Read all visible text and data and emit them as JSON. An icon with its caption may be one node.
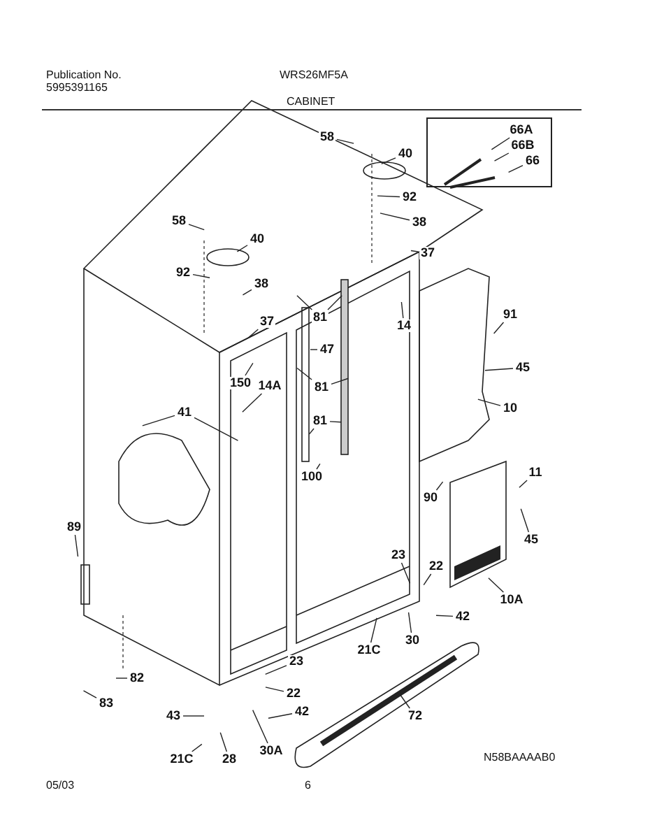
{
  "diagram": {
    "title": "CABINET",
    "nodes": [
      {
        "text": [],
        "shape": "box"
      },
      {
        "text": [
          "66A"
        ],
        "in": 0
      },
      {
        "text": [
          "66B"
        ],
        "in": 0
      },
      {
        "text": [
          "66"
        ],
        "in": 0
      },
      {
        "text": [
          "58"
        ]
      },
      {
        "text": [
          "40"
        ]
      },
      {
        "text": [
          "92"
        ]
      },
      {
        "text": [
          "38"
        ]
      },
      {
        "text": [
          "58"
        ]
      },
      {
        "text": [
          "40"
        ]
      },
      {
        "text": [
          "37"
        ]
      },
      {
        "text": [
          "92"
        ]
      },
      {
        "text": [
          "38"
        ]
      },
      {
        "text": [
          "81"
        ]
      },
      {
        "text": [
          "37"
        ]
      },
      {
        "text": [
          "14"
        ]
      },
      {
        "text": [
          "91"
        ]
      },
      {
        "text": [
          "47"
        ]
      },
      {
        "text": [
          "45"
        ]
      },
      {
        "text": [
          "150"
        ]
      },
      {
        "text": [
          "14A"
        ]
      },
      {
        "text": [
          "81"
        ]
      },
      {
        "text": [
          "10"
        ]
      },
      {
        "text": [
          "41"
        ]
      },
      {
        "text": [
          "81"
        ]
      },
      {
        "text": [
          "11"
        ]
      },
      {
        "text": [
          "100"
        ]
      },
      {
        "text": [
          "90"
        ]
      },
      {
        "text": [
          "89"
        ]
      },
      {
        "text": [
          "45"
        ]
      },
      {
        "text": [
          "23"
        ]
      },
      {
        "text": [
          "22"
        ]
      },
      {
        "text": [
          "10A"
        ]
      },
      {
        "text": [
          "42"
        ]
      },
      {
        "text": [
          "30"
        ]
      },
      {
        "text": [
          "21C"
        ]
      },
      {
        "text": [
          "23"
        ]
      },
      {
        "text": [
          "82"
        ]
      },
      {
        "text": [
          "22"
        ]
      },
      {
        "text": [
          "83"
        ]
      },
      {
        "text": [
          "42"
        ]
      },
      {
        "text": [
          "72"
        ]
      },
      {
        "text": [
          "43"
        ]
      },
      {
        "text": [
          "30A"
        ]
      },
      {
        "text": [
          "21C"
        ]
      },
      {
        "text": [
          "28"
        ]
      }
    ],
    "edges": [
      {
        "from": 1,
        "to": null,
        "arrow": "none"
      },
      {
        "from": 2,
        "to": null,
        "arrow": "none"
      },
      {
        "from": 3,
        "to": null,
        "arrow": "none"
      },
      {
        "from": 4,
        "to": null,
        "arrow": "none"
      },
      {
        "from": 5,
        "to": null,
        "arrow": "none"
      },
      {
        "from": 6,
        "to": null,
        "arrow": "none"
      },
      {
        "from": 7,
        "to": null,
        "arrow": "none"
      },
      {
        "from": 8,
        "to": null,
        "arrow": "none"
      },
      {
        "from": 9,
        "to": null,
        "arrow": "none"
      },
      {
        "from": 10,
        "to": null,
        "arrow": "none"
      },
      {
        "from": 11,
        "to": null,
        "arrow": "none"
      },
      {
        "from": 12,
        "to": null,
        "arrow": "none"
      },
      {
        "from": 13,
        "to": null,
        "arrow": "none"
      },
      {
        "from": 13,
        "to": null,
        "arrow": "none"
      },
      {
        "from": 14,
        "to": null,
        "arrow": "none"
      },
      {
        "from": 15,
        "to": null,
        "arrow": "none"
      },
      {
        "from": 16,
        "to": null,
        "arrow": "none"
      },
      {
        "from": 17,
        "to": null,
        "arrow": "none"
      },
      {
        "from": 18,
        "to": null,
        "arrow": "none"
      },
      {
        "from": 19,
        "to": null,
        "arrow": "none"
      },
      {
        "from": 20,
        "to": null,
        "arrow": "none"
      },
      {
        "from": 21,
        "to": null,
        "arrow": "none"
      },
      {
        "from": 21,
        "to": null,
        "arrow": "none"
      },
      {
        "from": 22,
        "to": null,
        "arrow": "none"
      },
      {
        "from": 23,
        "to": null,
        "arrow": "none"
      },
      {
        "from": 23,
        "to": null,
        "arrow": "none"
      },
      {
        "from": 24,
        "to": null,
        "arrow": "none"
      },
      {
        "from": 24,
        "to": null,
        "arrow": "none"
      },
      {
        "from": 25,
        "to": null,
        "arrow": "none"
      },
      {
        "from": 26,
        "to": null,
        "arrow": "none"
      },
      {
        "from": 27,
        "to": null,
        "arrow": "none"
      },
      {
        "from": 28,
        "to": null,
        "arrow": "none"
      },
      {
        "from": 29,
        "to": null,
        "arrow": "none"
      },
      {
        "from": 30,
        "to": null,
        "arrow": "none"
      },
      {
        "from": 31,
        "to": null,
        "arrow": "none"
      },
      {
        "from": 32,
        "to": null,
        "arrow": "none"
      },
      {
        "from": 33,
        "to": null,
        "arrow": "none"
      },
      {
        "from": 34,
        "to": null,
        "arrow": "none"
      },
      {
        "from": 35,
        "to": null,
        "arrow": "none"
      },
      {
        "from": 36,
        "to": null,
        "arrow": "none"
      },
      {
        "from": 37,
        "to": null,
        "arrow": "none"
      },
      {
        "from": 38,
        "to": null,
        "arrow": "none"
      },
      {
        "from": 39,
        "to": null,
        "arrow": "none"
      },
      {
        "from": 40,
        "to": null,
        "arrow": "none"
      },
      {
        "from": 41,
        "to": null,
        "arrow": "none"
      },
      {
        "from": 42,
        "to": null,
        "arrow": "none"
      },
      {
        "from": 43,
        "to": null,
        "arrow": "none"
      },
      {
        "from": 44,
        "to": null,
        "arrow": "none"
      },
      {
        "from": 45,
        "to": null,
        "arrow": "none"
      }
    ],
    "labels": [
      "Publication No.",
      "5995391165",
      "WRS26MF5A",
      "N58BAAAAB0",
      "05/03",
      "6"
    ]
  }
}
